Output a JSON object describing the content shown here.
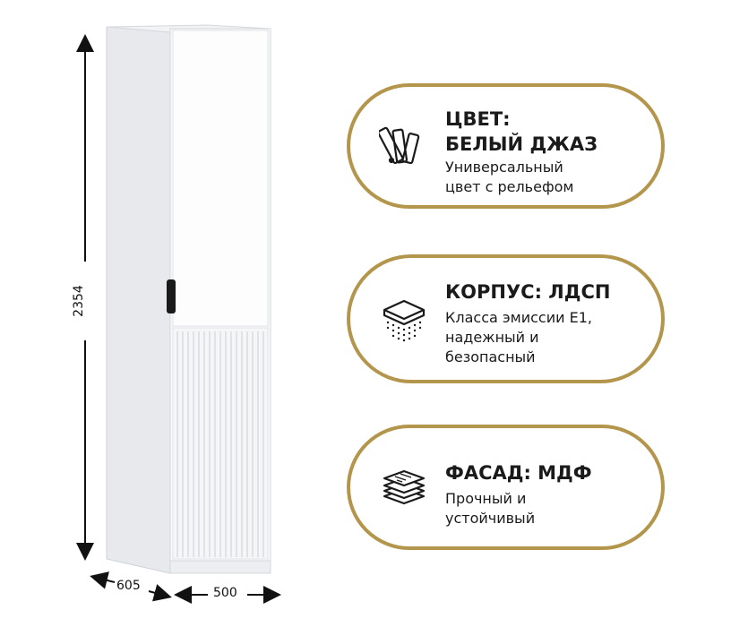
{
  "dimensions": {
    "height": "2354",
    "depth": "605",
    "width": "500"
  },
  "cards": [
    {
      "icon": "color-swatch-icon",
      "title_lines": [
        "ЦВЕТ:",
        "БЕЛЫЙ ДЖАЗ"
      ],
      "desc_lines": [
        "Универсальный",
        "цвет с рельефом"
      ]
    },
    {
      "icon": "layered-board-icon",
      "title_lines": [
        "КОРПУС: ЛДСП"
      ],
      "desc_lines": [
        "Класса эмиссии Е1,",
        "надежный и",
        "безопасный"
      ]
    },
    {
      "icon": "stacked-sheets-icon",
      "title_lines": [
        "ФАСАД: МДФ"
      ],
      "desc_lines": [
        "Прочный и",
        "устойчивый"
      ]
    }
  ],
  "colors": {
    "accent_gold": "#b3954b",
    "cabinet_white": "#f4f5f7",
    "text": "#1a1a1a"
  }
}
